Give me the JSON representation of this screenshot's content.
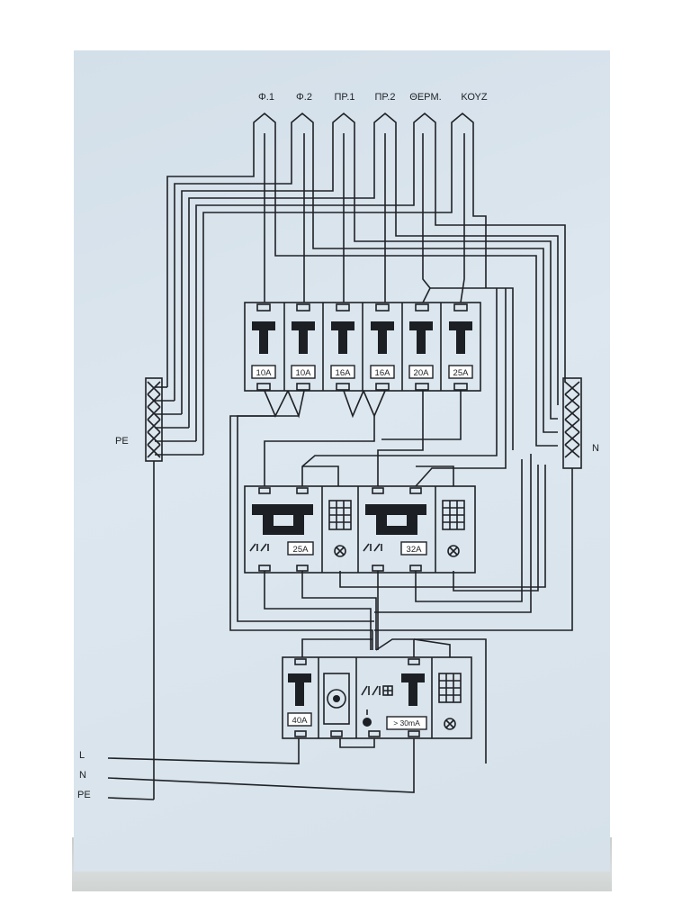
{
  "circuits": [
    "Φ.1",
    "Φ.2",
    "ΠΡ.1",
    "ΠΡ.2",
    "ΘΕΡΜ.",
    "ΚΟΥΖ"
  ],
  "breakers_top": [
    "10A",
    "10A",
    "16A",
    "16A",
    "20A",
    "25A"
  ],
  "middle": {
    "breaker_a": "25A",
    "breaker_b": "32A"
  },
  "bottom": {
    "main_breaker": "40A",
    "rcd_label": "> 30mA"
  },
  "bus_labels": {
    "pe": "PE",
    "n": "N"
  },
  "supply": {
    "l": "L",
    "n": "N",
    "pe": "PE"
  }
}
